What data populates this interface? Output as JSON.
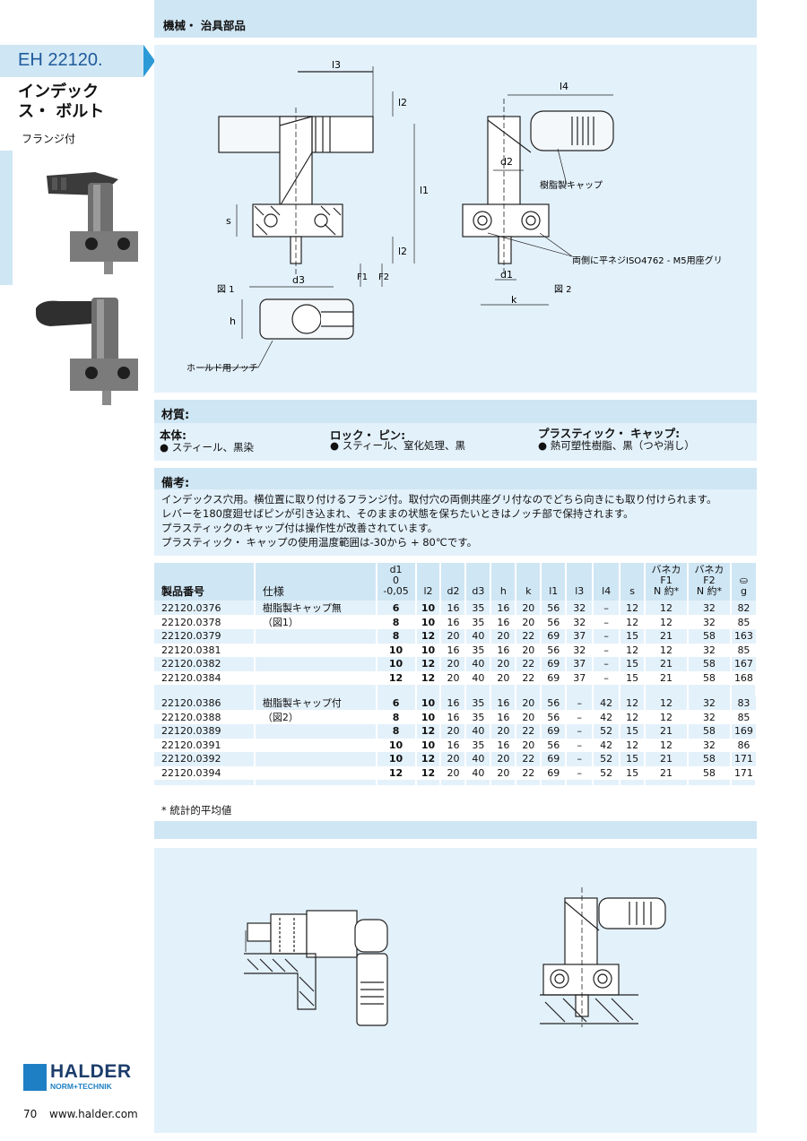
{
  "header": {
    "category": "機械・ 治具部品"
  },
  "product": {
    "code": "EH 22120.",
    "title_line1": "インデック",
    "title_line2": "ス・ ボルト",
    "subtitle": "フランジ付"
  },
  "drawing": {
    "l3": "l3",
    "l2": "l2",
    "l1": "l1",
    "s": "s",
    "F1": "F1",
    "F2": "F2",
    "d3": "d3",
    "h": "h",
    "l4": "l4",
    "d2": "d2",
    "d1": "d1",
    "k": "k",
    "fig1": "図 1",
    "fig2": "図 2",
    "cap_label": "樹脂製キャップ",
    "notch_label": "ホールド用ノッチ",
    "counterbore_label": "両側に平ネジISO4762 - M5用座グリ"
  },
  "material": {
    "title": "材質:",
    "body_label": "本体:",
    "body_value": "● スティール、黒染",
    "pin_label": "ロック・ ピン:",
    "pin_value": "● スティール、窒化処理、黒",
    "cap_label": "プラスティック・ キャップ:",
    "cap_value": "● 熱可塑性樹脂、黒（つや消し）"
  },
  "notes": {
    "title": "備考:",
    "line1": "インデックス穴用。横位置に取り付けるフランジ付。取付穴の両側共座グリ付なのでどちら向きにも取り付けられます。",
    "line2": "レバーを180度廻せばピンが引き込まれ、そのままの状態を保ちたいときはノッチ部で保持されます。",
    "line3": "プラスティックのキャップ付は操作性が改善されています。",
    "line4": "プラスティック・ キャップの使用温度範囲は-30から + 80℃です。"
  },
  "table": {
    "h_part": "製品番号",
    "h_spec": "仕様",
    "h_d1_a": "d1",
    "h_d1_b": "0",
    "h_d1_c": "-0,05",
    "h_l2": "l2",
    "h_d2": "d2",
    "h_d3": "d3",
    "h_h": "h",
    "h_k": "k",
    "h_l1": "l1",
    "h_l3": "l3",
    "h_l4": "l4",
    "h_s": "s",
    "h_f1_a": "バネカ",
    "h_f1_b": "F1",
    "h_f1_c": "N 約*",
    "h_f2_a": "バネカ",
    "h_f2_b": "F2",
    "h_f2_c": "N 約*",
    "h_g": "g",
    "group1_spec1": "樹脂製キャップ無",
    "group1_spec2": "（図1）",
    "group2_spec1": "樹脂製キャップ付",
    "group2_spec2": "（図2）",
    "rows1": [
      [
        "22120.0376",
        "6",
        "10",
        "16",
        "35",
        "16",
        "20",
        "56",
        "32",
        "–",
        "12",
        "12",
        "32",
        "82"
      ],
      [
        "22120.0378",
        "8",
        "10",
        "16",
        "35",
        "16",
        "20",
        "56",
        "32",
        "–",
        "12",
        "12",
        "32",
        "85"
      ],
      [
        "22120.0379",
        "8",
        "12",
        "20",
        "40",
        "20",
        "22",
        "69",
        "37",
        "–",
        "15",
        "21",
        "58",
        "163"
      ],
      [
        "22120.0381",
        "10",
        "10",
        "16",
        "35",
        "16",
        "20",
        "56",
        "32",
        "–",
        "12",
        "12",
        "32",
        "85"
      ],
      [
        "22120.0382",
        "10",
        "12",
        "20",
        "40",
        "20",
        "22",
        "69",
        "37",
        "–",
        "15",
        "21",
        "58",
        "167"
      ],
      [
        "22120.0384",
        "12",
        "12",
        "20",
        "40",
        "20",
        "22",
        "69",
        "37",
        "–",
        "15",
        "21",
        "58",
        "168"
      ]
    ],
    "rows2": [
      [
        "22120.0386",
        "6",
        "10",
        "16",
        "35",
        "16",
        "20",
        "56",
        "–",
        "42",
        "12",
        "12",
        "32",
        "83"
      ],
      [
        "22120.0388",
        "8",
        "10",
        "16",
        "35",
        "16",
        "20",
        "56",
        "–",
        "42",
        "12",
        "12",
        "32",
        "85"
      ],
      [
        "22120.0389",
        "8",
        "12",
        "20",
        "40",
        "20",
        "22",
        "69",
        "–",
        "52",
        "15",
        "21",
        "58",
        "169"
      ],
      [
        "22120.0391",
        "10",
        "10",
        "16",
        "35",
        "16",
        "20",
        "56",
        "–",
        "42",
        "12",
        "12",
        "32",
        "86"
      ],
      [
        "22120.0392",
        "10",
        "12",
        "20",
        "40",
        "20",
        "22",
        "69",
        "–",
        "52",
        "15",
        "21",
        "58",
        "171"
      ],
      [
        "22120.0394",
        "12",
        "12",
        "20",
        "40",
        "20",
        "22",
        "69",
        "–",
        "52",
        "15",
        "21",
        "58",
        "171"
      ]
    ],
    "footnote": "* 統計的平均値"
  },
  "footer": {
    "logo": "HALDER",
    "logo_sub": "NORM+TECHNIK",
    "page": "70",
    "url": "www.halder.com"
  },
  "colors": {
    "light": "#e3f1fb",
    "mid": "#cfe6f4",
    "accent": "#2b9ad6",
    "brand": "#1c3d6b"
  }
}
